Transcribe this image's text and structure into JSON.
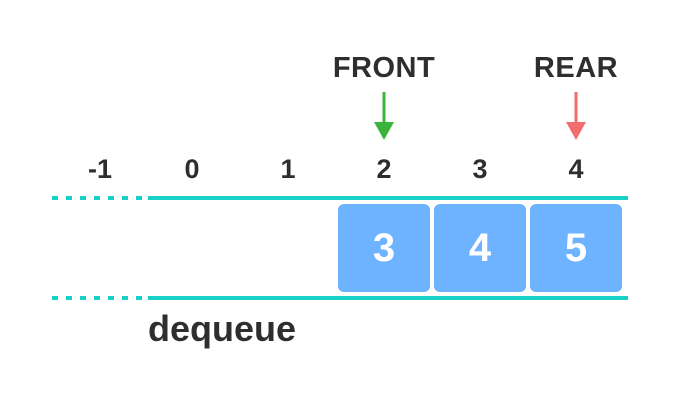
{
  "pointers": {
    "front": {
      "label": "FRONT",
      "color": "#3cb43c"
    },
    "rear": {
      "label": "REAR",
      "color": "#f26d6d"
    }
  },
  "indices": [
    "-1",
    "0",
    "1",
    "2",
    "3",
    "4"
  ],
  "cells": [
    "3",
    "4",
    "5"
  ],
  "operation": "dequeue",
  "colors": {
    "rail": "#1ad1c8",
    "cell": "#6db3ff",
    "text": "#2e2e2e"
  }
}
